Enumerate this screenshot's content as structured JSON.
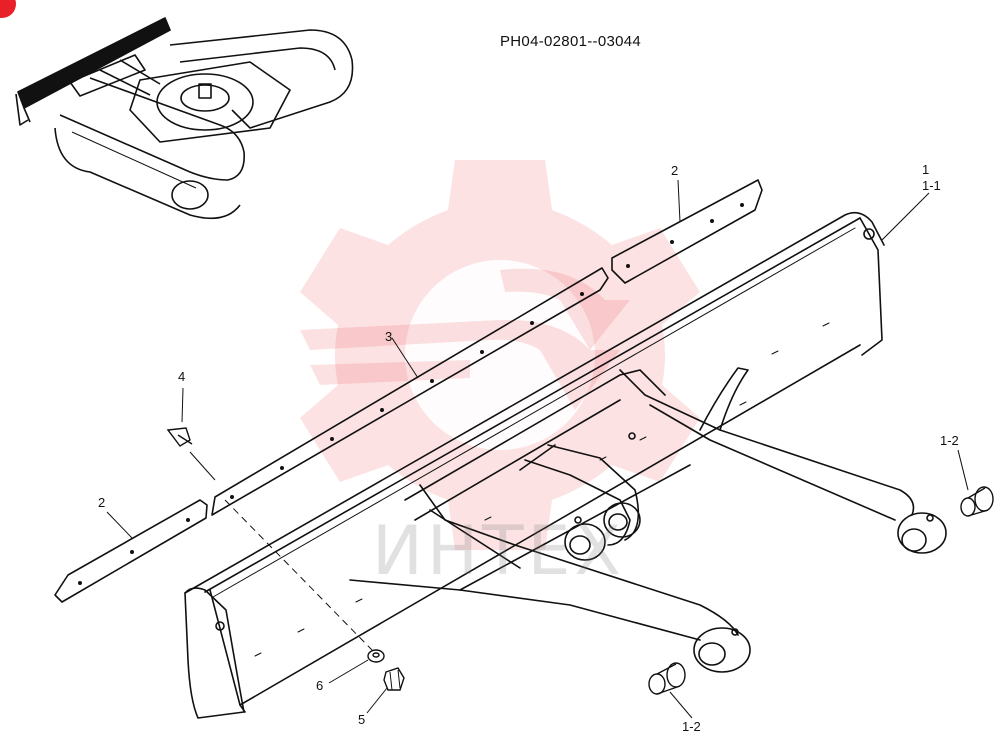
{
  "drawing_code": "PH04-02801--03044",
  "watermark_text": "ИНТЕХ",
  "callouts": {
    "part_1": "1",
    "part_1_1": "1-1",
    "part_2_top": "2",
    "part_2_left": "2",
    "part_3": "3",
    "part_4": "4",
    "part_5": "5",
    "part_6": "6",
    "part_1_2_right": "1-2",
    "part_1_2_bottom": "1-2"
  },
  "colors": {
    "line": "#111111",
    "watermark_gear": "#e8202a",
    "corner_badge": "#e8202a"
  }
}
